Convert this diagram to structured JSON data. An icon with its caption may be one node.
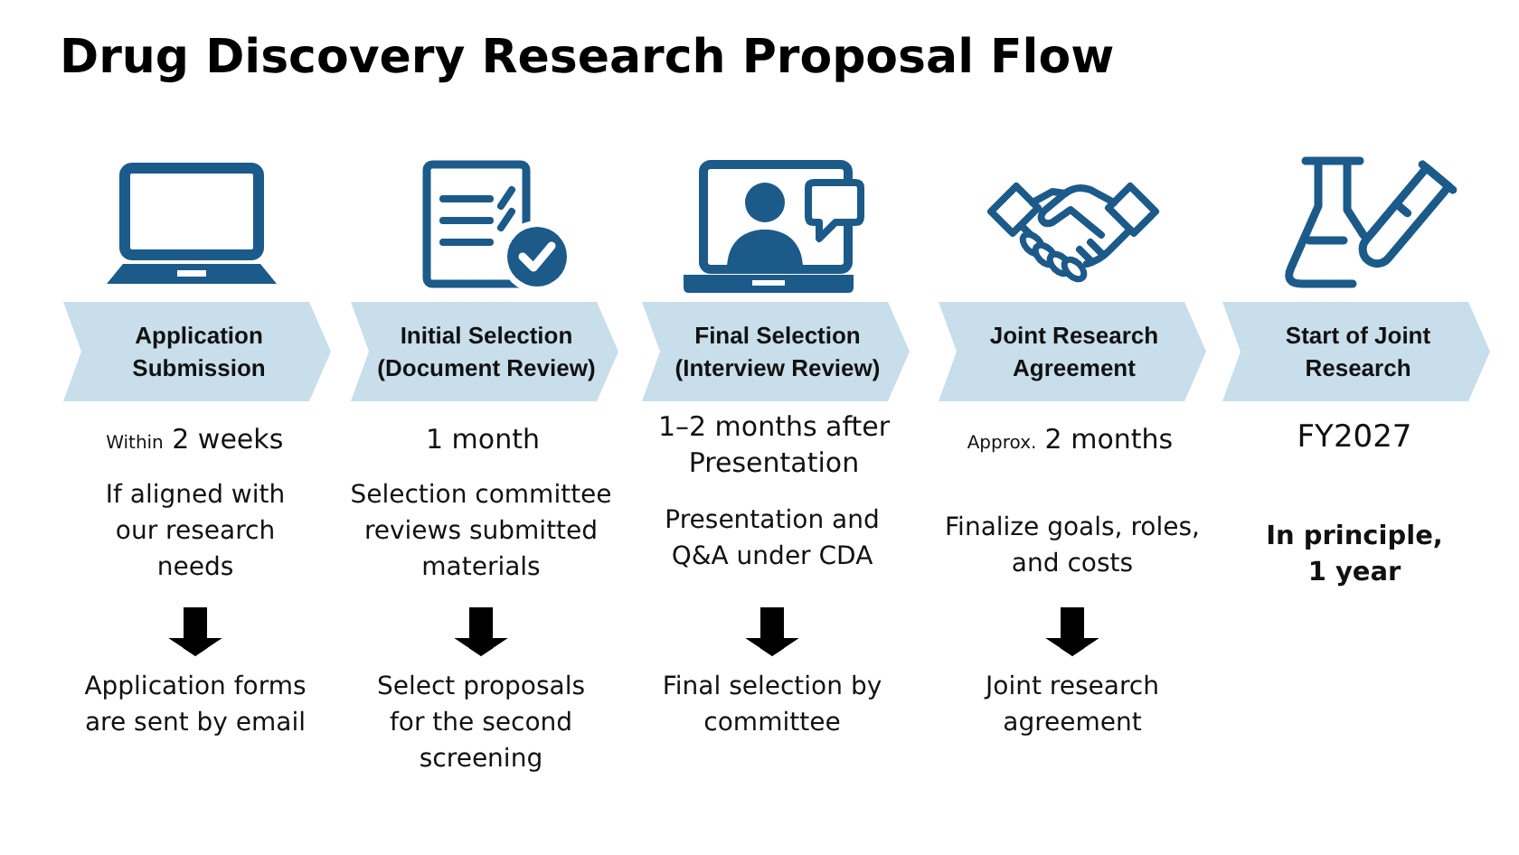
{
  "diagram": {
    "title": "Drug Discovery Research Proposal Flow",
    "nodes": [
      {
        "text": [
          "Application Submission"
        ],
        "beside": [
          "Within",
          "2 weeks"
        ]
      },
      {
        "text": [
          "Initial Selection (Document Review)"
        ],
        "beside": [
          "1 month"
        ]
      },
      {
        "text": [
          "Final Selection (Interview Review)"
        ],
        "beside": [
          "1–2 months after Presentation"
        ]
      },
      {
        "text": [
          "Joint Research Agreement"
        ],
        "beside": [
          "Approx.",
          "2 months"
        ]
      },
      {
        "text": [
          "Start of Joint Research"
        ],
        "beside": [
          "FY2027"
        ]
      },
      {
        "text": [
          "If aligned with our research needs"
        ]
      },
      {
        "text": [
          "Selection committee reviews submitted materials"
        ]
      },
      {
        "text": [
          "Presentation and Q&A under CDA"
        ]
      },
      {
        "text": [
          "Finalize goals, roles, and costs"
        ]
      },
      {
        "text": [
          "Application forms are sent by email"
        ]
      },
      {
        "text": [
          "Select proposals for the second screening"
        ]
      },
      {
        "text": [
          "Final selection by committee"
        ]
      },
      {
        "text": [
          "Joint research agreement"
        ]
      }
    ],
    "edges": [
      {
        "from": 5,
        "to": 9,
        "arrow": "to"
      },
      {
        "from": 6,
        "to": 10,
        "arrow": "to"
      },
      {
        "from": 7,
        "to": 11,
        "arrow": "to"
      },
      {
        "from": 8,
        "to": 12,
        "arrow": "to"
      }
    ],
    "labels": [
      "In principle, 1 year"
    ]
  }
}
